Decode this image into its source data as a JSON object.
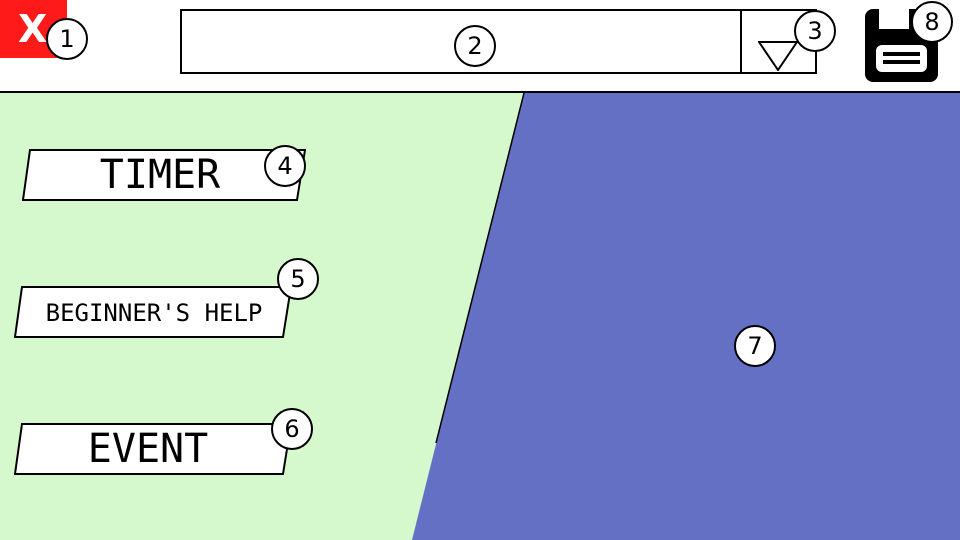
{
  "header": {
    "close_label": "X",
    "dropdown_value": "",
    "colors": {
      "close_bg": "#ff1a1a",
      "border": "#000000"
    }
  },
  "menu": {
    "items": [
      {
        "label": "TIMER",
        "badge": "4"
      },
      {
        "label": "BEGINNER'S HELP",
        "badge": "5"
      },
      {
        "label": "EVENT",
        "badge": "6"
      }
    ]
  },
  "panels": {
    "left_color": "#d5f8cc",
    "right_color": "#6470c3"
  },
  "badges": {
    "close": "1",
    "dropdown": "2",
    "dropdown_toggle": "3",
    "content": "7",
    "save": "8"
  },
  "icons": {
    "save": "floppy-disk-icon",
    "dropdown": "triangle-down-icon"
  }
}
